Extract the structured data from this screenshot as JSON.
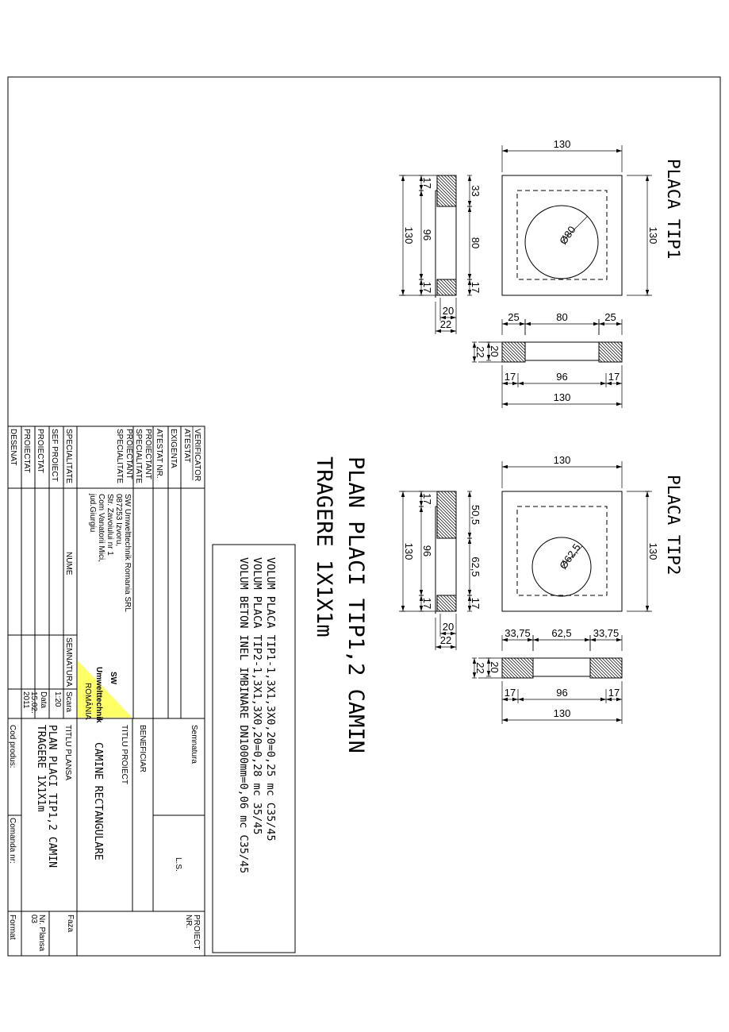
{
  "drawing_title": {
    "line1": "PLAN PLACI TIP1,2 CAMIN",
    "line2": "TRAGERE 1X1X1m"
  },
  "notes": [
    "VOLUM PLACA TIP1-1,3X1,3X0,20=0,25 mc C35/45",
    "VOLUM PLACA TIP2-1,3X1,3X0,20=0,28 mc 35/45",
    "VOLUM BETON INEL IMBINARE DN1000mm=0,06 mc C35/45"
  ],
  "tip1": {
    "label": "PLACA TIP1",
    "diameter": "Ø80",
    "dims": {
      "top": "130",
      "right": "130",
      "side_total": "130",
      "side_a": "17",
      "side_b": "96",
      "side_c": "17",
      "side_r1": "33",
      "side_r2": "80",
      "side_r3": "17",
      "side_w20": "20",
      "side_w22": "22",
      "sec_a": "25",
      "sec_b": "80",
      "sec_c": "25",
      "sec_d": "17",
      "sec_e": "96",
      "sec_f": "17",
      "sec_total": "130",
      "sec_h22": "22",
      "sec_h20": "20"
    }
  },
  "tip2": {
    "label": "PLACA TIP2",
    "diameter": "Ø62,5",
    "dims": {
      "top": "130",
      "right": "130",
      "side_total": "130",
      "side_a": "17",
      "side_b": "96",
      "side_c": "17",
      "side_r1": "50,5",
      "side_r2": "62,5",
      "side_r3": "17",
      "side_w20": "20",
      "side_w22": "22",
      "sec_a": "33,75",
      "sec_b": "62,5",
      "sec_c": "33,75",
      "sec_d": "17",
      "sec_e": "96",
      "sec_f": "17",
      "sec_total": "130",
      "sec_h22": "22",
      "sec_h20": "20"
    }
  },
  "title_block": {
    "verificator": "VERIFICATOR",
    "atestat": "ATESTAT",
    "exigenta": "EXIGENTA",
    "atestat_nr": "ATESTAT NR.",
    "proiectant1": "PROIECTANT",
    "specialitate1": "SPECIALITATE",
    "proiectant2": "PROIECTANT",
    "specialitate2": "SPECIALITATE",
    "company": [
      "SW Umwelttechnik Romania SRL",
      "087253 Izvoru,",
      "Str. Zavoiului nr 1",
      "Com Vanatorii Mici,",
      "jud.Giurgiu"
    ],
    "specialitate": "SPECIALITATE",
    "nume": "NUME",
    "semnatura": "SEMNATURA",
    "scara_label": "Scara",
    "scara_value": "1:20",
    "data_label": "Data",
    "data_value1": "15.02.",
    "data_value2": "2011",
    "sef_proiect": "SEF  PROIECT",
    "proiectat1": "PROIECTAT",
    "proiectat2": "PROIECTAT",
    "desenat": "DESENAT",
    "logo": {
      "main": "SW",
      "sub": "Umwelttechnik",
      "tiny": "ROMÂNIA",
      "yellow": "#ffff66",
      "red": "#e0202a"
    },
    "semnatura_right": "Semnatura",
    "ls": "L.S.",
    "beneficiar": "BENEFICIAR",
    "titlu_proiect_label": "TITLU PROIECT",
    "titlu_proiect": "CAMINE RECTANGULARE",
    "titlu_plansa_label": "TITLU PLANSA",
    "titlu_plansa1": "PLAN PLACI TIP1,2 CAMIN",
    "titlu_plansa2": "TRAGERE 1X1X1m",
    "cod_produs": "Cod produs:",
    "comanda": "Comanda nr:",
    "proiect_nr1": "PROIECT",
    "proiect_nr2": "NR.",
    "faza": "Faza",
    "nr_plansa_label": "Nr. Plansa",
    "nr_plansa_value": "03",
    "format": "Format"
  }
}
